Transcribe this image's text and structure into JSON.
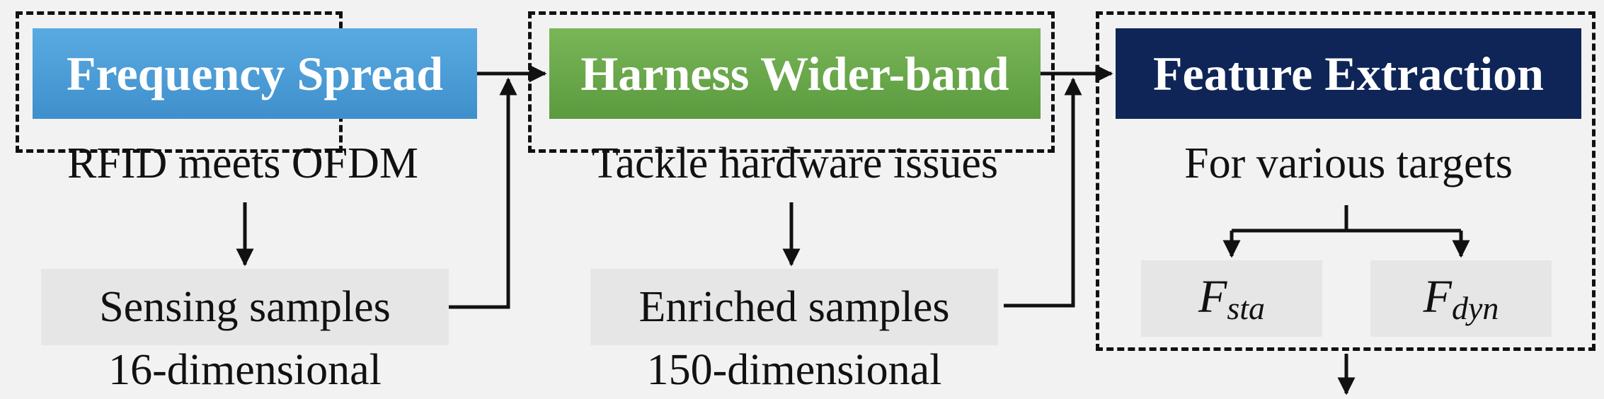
{
  "stages": [
    {
      "title": "Frequency Spread",
      "subtitle": "RFID meets OFDM",
      "color": "#4f9fd8"
    },
    {
      "title": "Harness Wider-band",
      "subtitle": "Tackle hardware issues",
      "color": "#6aaa4a"
    },
    {
      "title": "Feature Extraction",
      "subtitle": "For various targets",
      "color": "#0f2557"
    }
  ],
  "outputs": [
    {
      "label": "Sensing samples",
      "dim": "16-dimensional"
    },
    {
      "label": "Enriched samples",
      "dim": "150-dimensional"
    }
  ],
  "features": {
    "static": {
      "base": "F",
      "sub": "sta"
    },
    "dynamic": {
      "base": "F",
      "sub": "dyn"
    }
  }
}
